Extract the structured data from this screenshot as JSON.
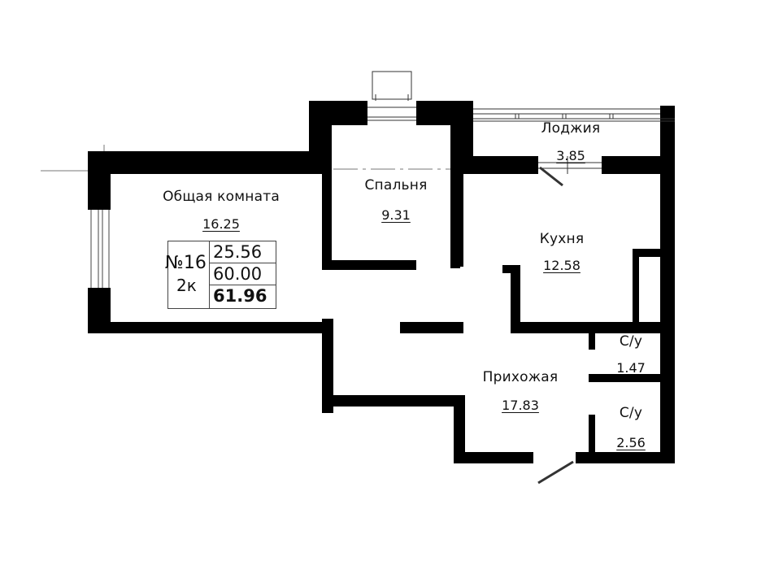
{
  "apartment": {
    "number": "№16",
    "type": "2к",
    "living_area": "25.56",
    "total_area": "60.00",
    "total_area_with_loggia": "61.96"
  },
  "rooms": [
    {
      "id": "living-room",
      "name": "Общая комната",
      "area": "16.25"
    },
    {
      "id": "bedroom",
      "name": "Спальня",
      "area": "9.31"
    },
    {
      "id": "loggia",
      "name": "Лоджия",
      "area": "3.85"
    },
    {
      "id": "kitchen",
      "name": "Кухня",
      "area": "12.58"
    },
    {
      "id": "hallway",
      "name": "Прихожая",
      "area": "17.83"
    },
    {
      "id": "bathroom-1",
      "name": "С/у",
      "area": "1.47"
    },
    {
      "id": "bathroom-2",
      "name": "С/у",
      "area": "2.56"
    }
  ],
  "colors": {
    "wall": "#000000",
    "background": "#ffffff",
    "thin_line": "#555555"
  }
}
